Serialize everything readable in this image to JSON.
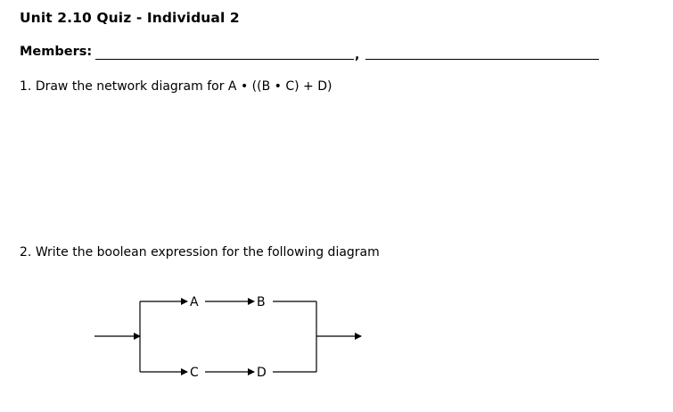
{
  "header": {
    "title": "Unit 2.10 Quiz - Individual 2",
    "members_label": "Members:",
    "members_separator": ","
  },
  "questions": [
    {
      "number": "1.",
      "text": "Draw the network diagram for A • ((B • C) + D)"
    },
    {
      "number": "2.",
      "text": "Write the boolean expression for the following diagram"
    }
  ],
  "diagram": {
    "nodes": [
      "A",
      "B",
      "C",
      "D"
    ]
  }
}
